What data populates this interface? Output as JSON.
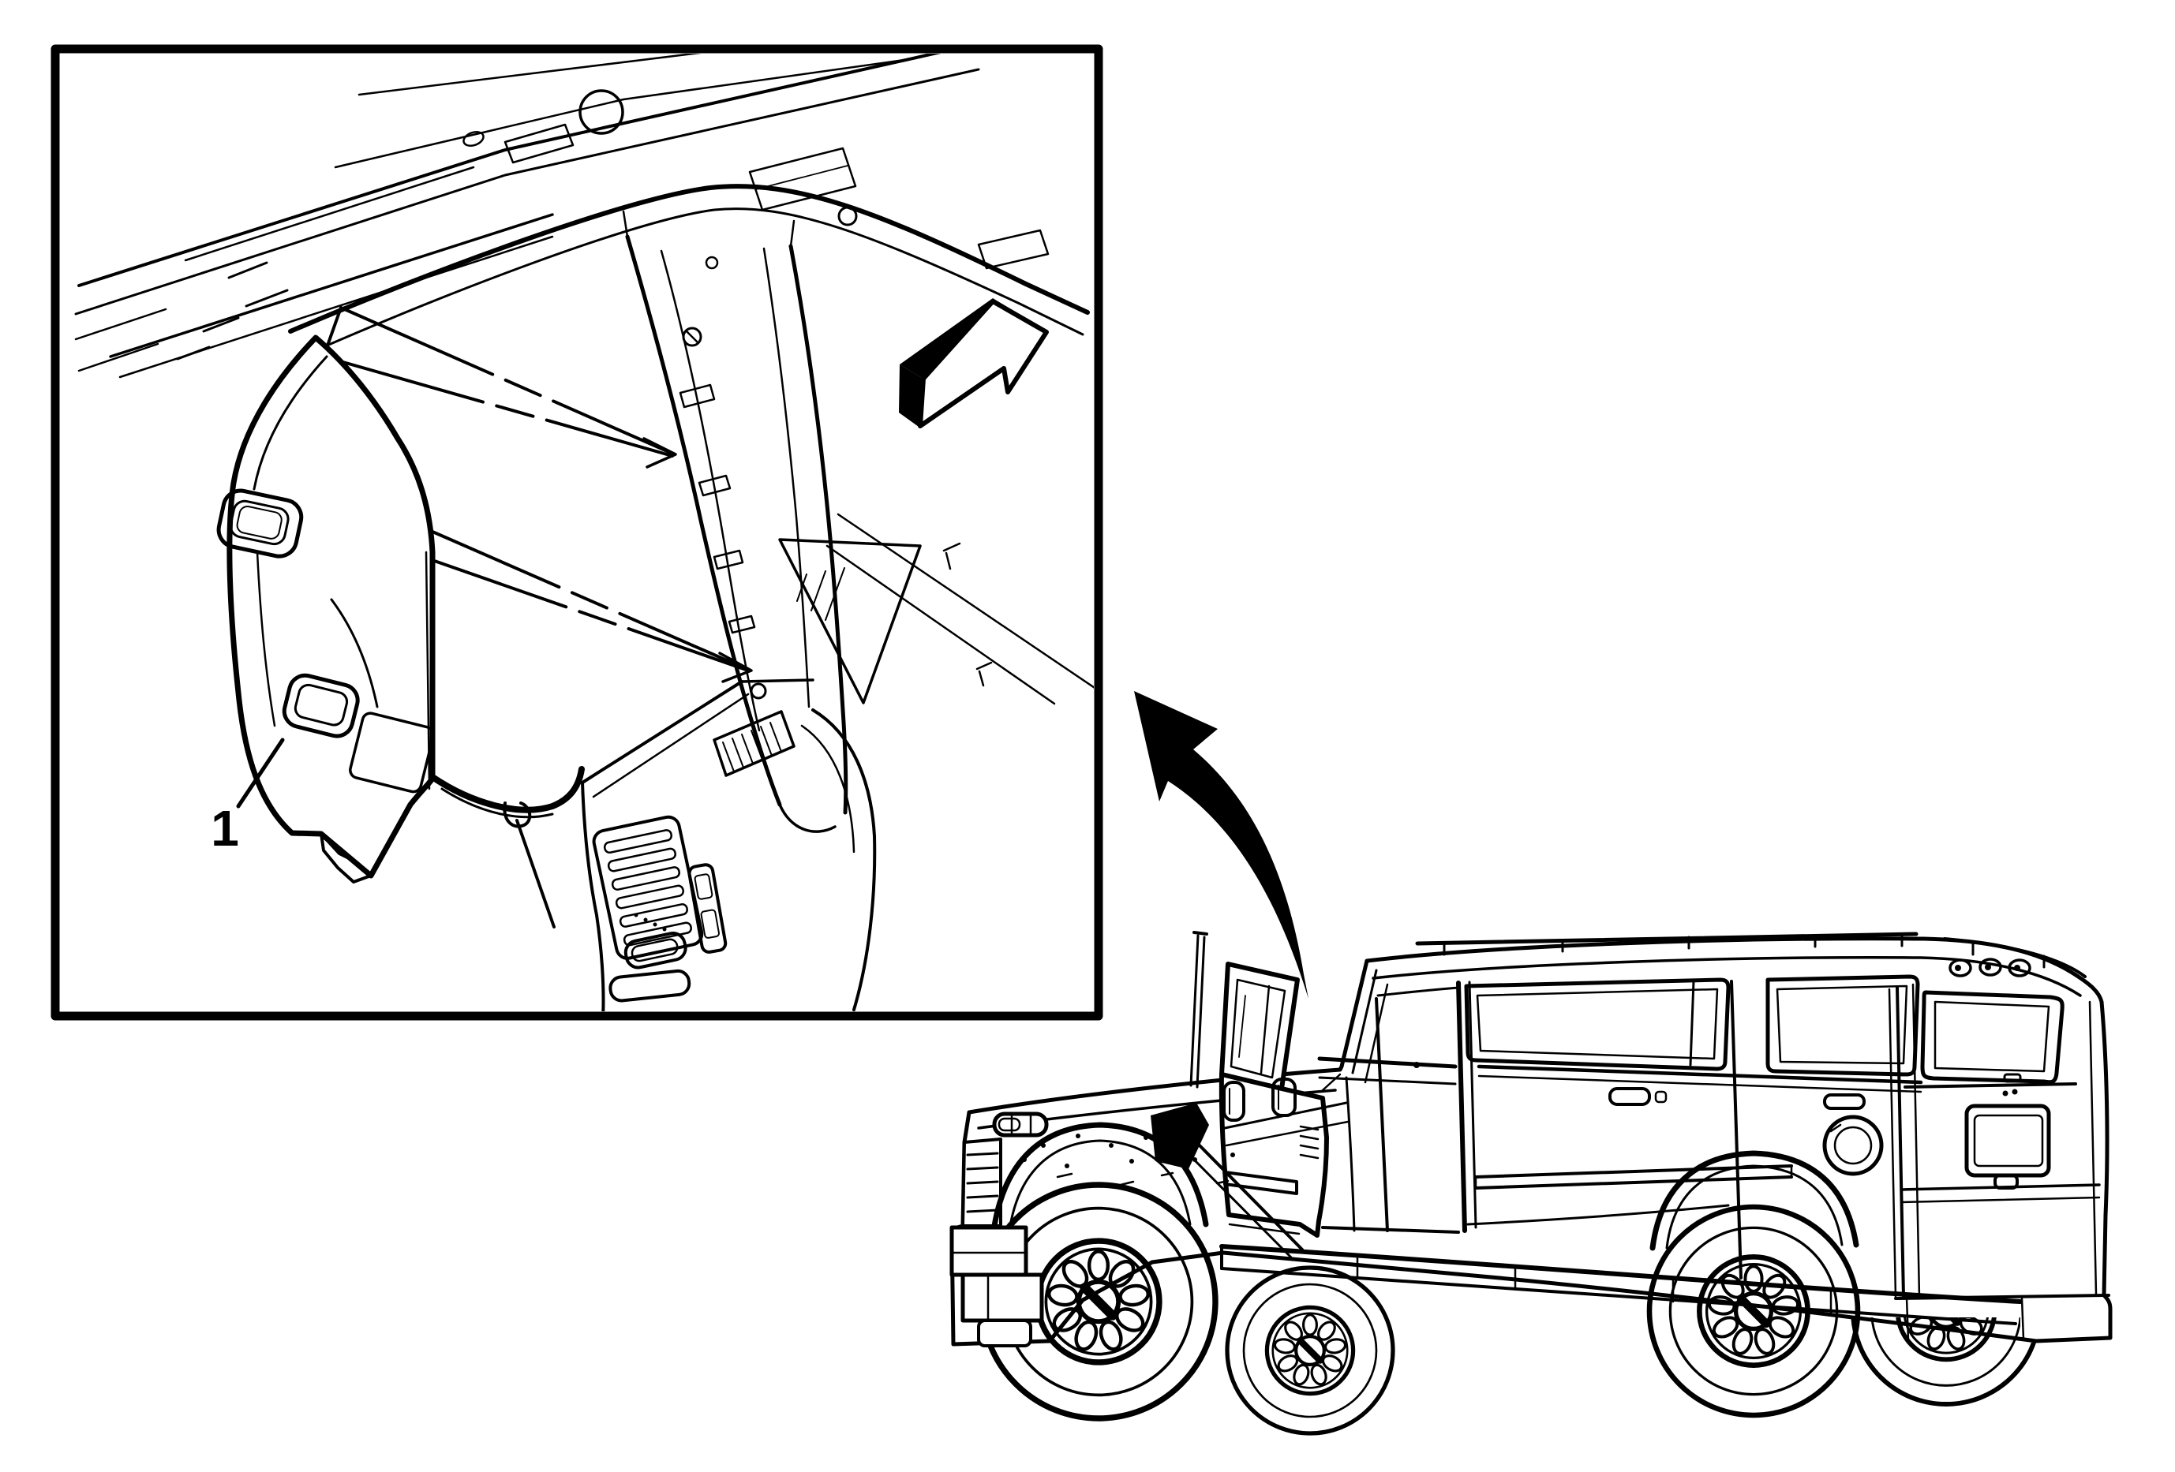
{
  "figure": {
    "background_color": "#ffffff",
    "line_color": "#000000",
    "detail_view": {
      "name": "windshield-pillar-trim-detail-view",
      "callout": {
        "label": "1"
      },
      "direction_arrow_icon": "3d-block-arrow-forward",
      "subject_icon": "a-pillar-trim-panel-line-art",
      "context_icons": [
        "roof-header-structure",
        "body-a-pillar-structure",
        "instrument-panel-end",
        "windshield-corner"
      ]
    },
    "vehicle_view": {
      "subject_icon": "suv-side-view-line-art-open-front-door",
      "locator_arrow_icon": "curved-arrow-pointing-to-detail-view"
    }
  }
}
